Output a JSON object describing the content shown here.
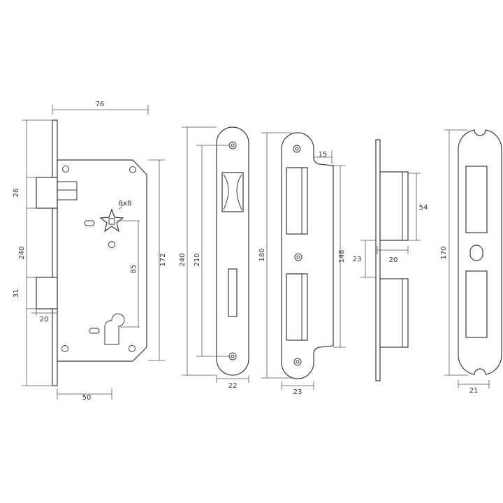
{
  "colors": {
    "line": "#3a3a3a",
    "dimension": "#555555",
    "background": "#ffffff"
  },
  "lock_body": {
    "width": "76",
    "height": "240",
    "latch_height": "26",
    "bolt_height": "31",
    "faceplate_offset": "20",
    "backset": "50",
    "center_distance": "85",
    "body_height": "172",
    "spindle": "8x8"
  },
  "faceplate": {
    "length": "240",
    "hole_spacing": "210",
    "width": "22"
  },
  "strike_plate": {
    "length": "180",
    "lip": "15",
    "inner_length": "148",
    "width": "23"
  },
  "side_view": {
    "height": "54",
    "depth": "20",
    "gap": "23"
  },
  "strike_front": {
    "length": "170",
    "width": "21"
  }
}
